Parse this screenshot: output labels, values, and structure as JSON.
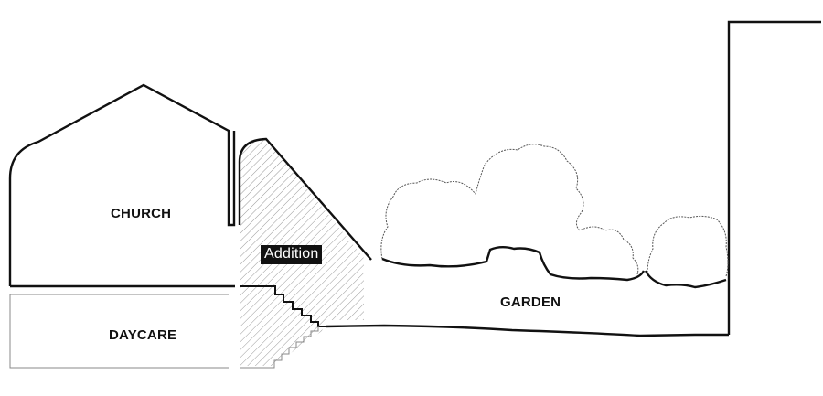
{
  "labels": {
    "church": "CHURCH",
    "daycare": "DAYCARE",
    "garden": "GARDEN",
    "addition": "Addition"
  },
  "colors": {
    "line": "#111111",
    "light_line": "#888888",
    "hatch": "#9a9a9a",
    "tree": "#555555",
    "addition_tag_bg": "#111111",
    "addition_tag_text": "#ffffff"
  }
}
